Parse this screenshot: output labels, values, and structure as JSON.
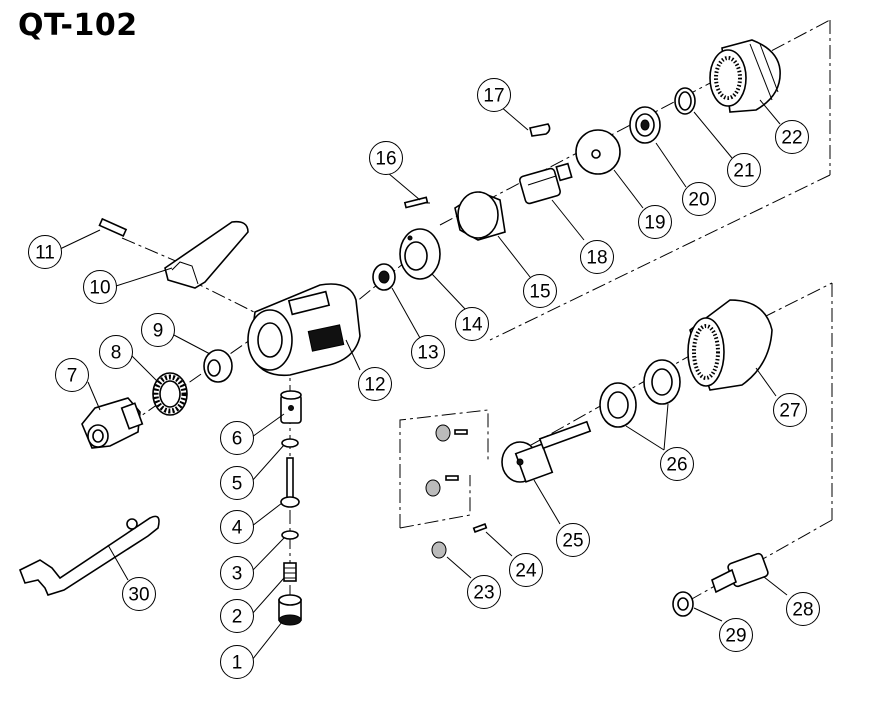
{
  "title": "QT-102",
  "callouts": [
    "1",
    "2",
    "3",
    "4",
    "5",
    "6",
    "7",
    "8",
    "9",
    "10",
    "11",
    "12",
    "13",
    "14",
    "15",
    "16",
    "17",
    "18",
    "19",
    "20",
    "21",
    "22",
    "23",
    "24",
    "25",
    "26",
    "27",
    "28",
    "29",
    "30"
  ]
}
